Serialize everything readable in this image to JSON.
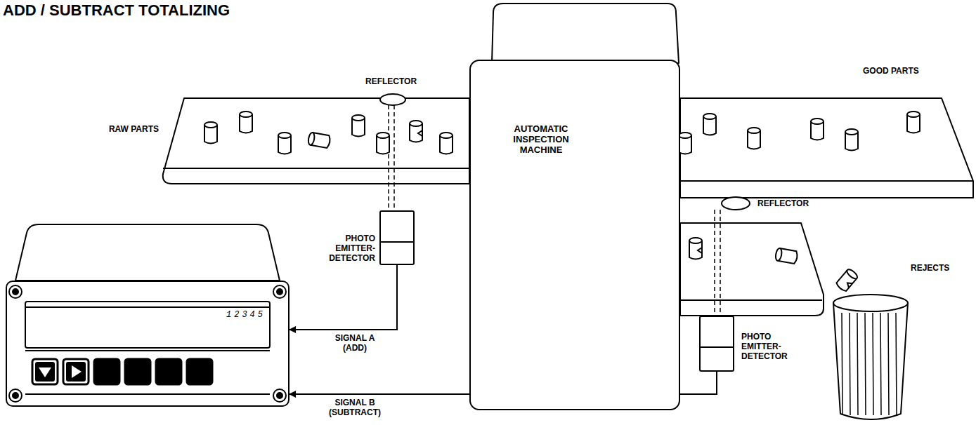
{
  "diagram": {
    "title": "ADD / SUBTRACT TOTALIZING",
    "nodes": [
      {
        "text": [
          "12345"
        ]
      },
      {
        "text": [
          "PHOTO EMITTER- DETECTOR"
        ]
      },
      {
        "text": [
          "AUTOMATIC INSPECTION MACHINE"
        ]
      },
      {
        "text": [
          "PHOTO EMITTER- DETECTOR"
        ]
      }
    ],
    "edges": [
      {
        "from": 1,
        "to": 0,
        "arrow": "to",
        "label": "SIGNAL A (ADD)"
      },
      {
        "from": 3,
        "to": 0,
        "arrow": "to",
        "label": "SIGNAL B (SUBTRACT)"
      }
    ],
    "labels": [
      "RAW PARTS",
      "REFLECTOR",
      "GOOD PARTS",
      "REFLECTOR",
      "REJECTS"
    ]
  }
}
